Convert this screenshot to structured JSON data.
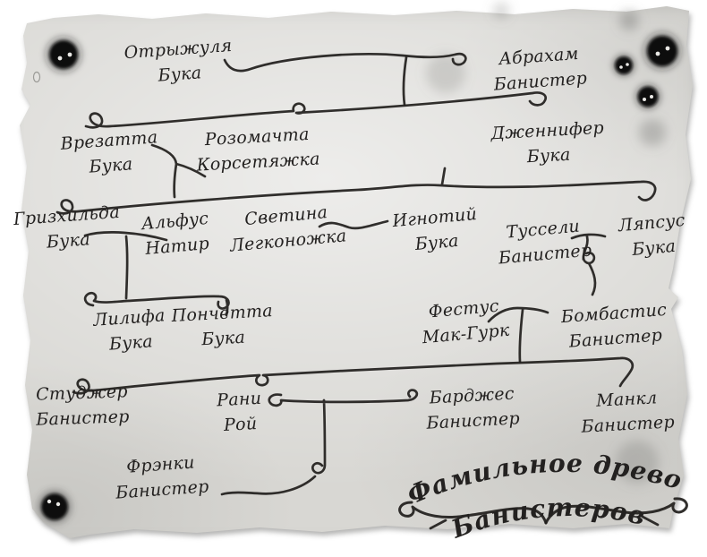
{
  "illustration": {
    "kind": "hand-drawn family tree",
    "title": {
      "line1": "Фамильное древо",
      "line2": "Банистеров"
    },
    "ink_color": "#211f1d",
    "paper_color": "#d8d7d3",
    "background_color": "#ffffff"
  },
  "people": [
    {
      "line1": "Отрыжуля",
      "line2": "Бука"
    },
    {
      "line1": "Абрахам",
      "line2": "Банистер"
    },
    {
      "line1": "Дженнифер",
      "line2": "Бука"
    },
    {
      "line1": "Врезатта",
      "line2": "Бука"
    },
    {
      "line1": "Розомачта",
      "line2": "Корсетяжка"
    },
    {
      "line1": "Гризхильда",
      "line2": "Бука"
    },
    {
      "line1": "Альфус",
      "line2": "Натир"
    },
    {
      "line1": "Светина",
      "line2": "Легконожка"
    },
    {
      "line1": "Игнотий",
      "line2": "Бука"
    },
    {
      "line1": "Туссели",
      "line2": "Банистер"
    },
    {
      "line1": "Ляпсус",
      "line2": "Бука"
    },
    {
      "line1": "Лилифа",
      "line2": "Бука"
    },
    {
      "line1": "Пончетта",
      "line2": "Бука"
    },
    {
      "line1": "Фестус",
      "line2": "Мак-Гурк"
    },
    {
      "line1": "Бомбастис",
      "line2": "Банистер"
    },
    {
      "line1": "Студжер",
      "line2": "Банистер"
    },
    {
      "line1": "Рани",
      "line2": "Рой"
    },
    {
      "line1": "Барджес",
      "line2": "Банистер"
    },
    {
      "line1": "Манкл",
      "line2": "Банистер"
    },
    {
      "line1": "Фрэнки",
      "line2": "Банистер"
    }
  ]
}
